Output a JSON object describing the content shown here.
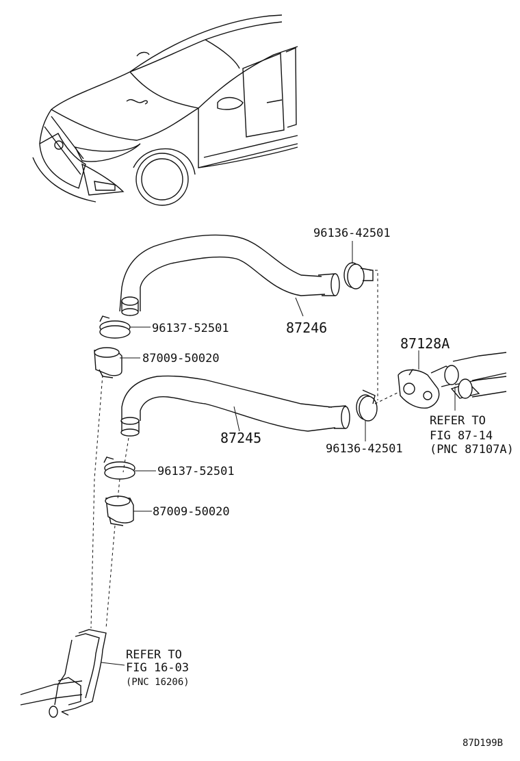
{
  "parts": {
    "clamp_upper_right": "96136-42501",
    "clamp_lower_right": "96136-42501",
    "hose_upper": "87246",
    "hose_lower": "87245",
    "clamp_upper_left": "96137-52501",
    "clamp_lower_left": "96137-52501",
    "fitting_upper": "87009-50020",
    "fitting_lower": "87009-50020",
    "valve": "87128A"
  },
  "references": {
    "right": {
      "line1": "REFER TO",
      "line2": "FIG 87-14",
      "line3": "(PNC 87107A)"
    },
    "bottom": {
      "line1": "REFER TO",
      "line2": "FIG 16-03",
      "line3": "(PNC 16206)"
    }
  },
  "figure_code": "87D199B"
}
